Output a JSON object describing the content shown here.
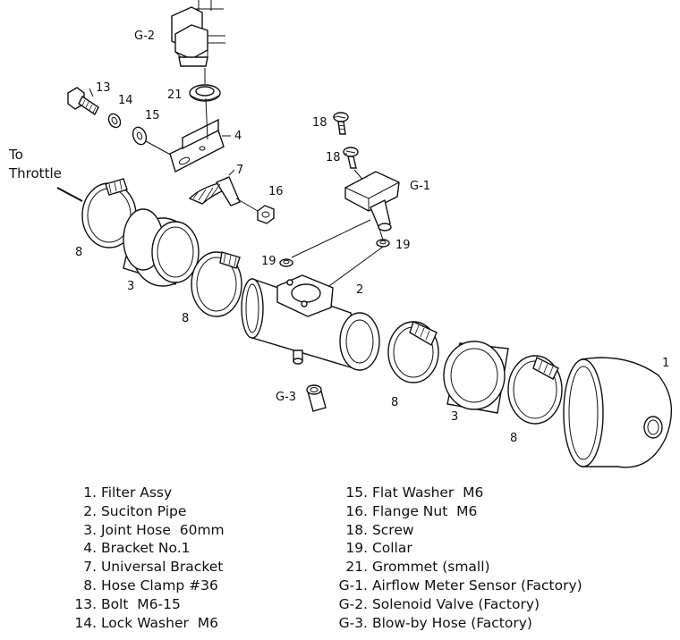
{
  "callouts": {
    "g2": "G-2",
    "n21": "21",
    "n13": "13",
    "n14": "14",
    "n15": "15",
    "n4": "4",
    "n7": "7",
    "n16": "16",
    "n18a": "18",
    "n18b": "18",
    "g1": "G-1",
    "n19a": "19",
    "n19b": "19",
    "n2": "2",
    "n8a": "8",
    "n3a": "3",
    "n8b": "8",
    "g3": "G-3",
    "n8c": "8",
    "n3b": "3",
    "n8d": "8",
    "n1": "1"
  },
  "side_label": {
    "line1": "To",
    "line2": "Throttle"
  },
  "legend": {
    "left": [
      {
        "num": "1.",
        "text": "Filter Assy"
      },
      {
        "num": "2.",
        "text": "Suciton Pipe"
      },
      {
        "num": "3.",
        "text": "Joint Hose  60mm"
      },
      {
        "num": "4.",
        "text": "Bracket No.1"
      },
      {
        "num": "7.",
        "text": "Universal Bracket"
      },
      {
        "num": "8.",
        "text": "Hose Clamp #36"
      },
      {
        "num": "13.",
        "text": "Bolt  M6-15"
      },
      {
        "num": "14.",
        "text": "Lock Washer  M6"
      }
    ],
    "right": [
      {
        "num": "15.",
        "text": "Flat Washer  M6"
      },
      {
        "num": "16.",
        "text": "Flange Nut  M6"
      },
      {
        "num": "18.",
        "text": "Screw"
      },
      {
        "num": "19.",
        "text": "Collar"
      },
      {
        "num": "21.",
        "text": "Grommet (small)"
      },
      {
        "num": "G-1.",
        "text": "Airflow Meter Sensor (Factory)"
      },
      {
        "num": "G-2.",
        "text": "Solenoid Valve (Factory)"
      },
      {
        "num": "G-3.",
        "text": "Blow-by Hose (Factory)"
      }
    ]
  }
}
